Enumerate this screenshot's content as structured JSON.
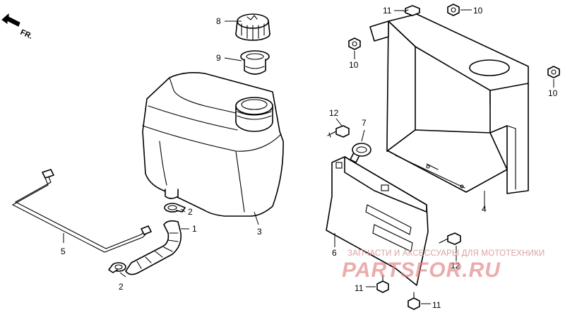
{
  "direction_marker": {
    "label": "FR.",
    "icon": "front-arrow-icon"
  },
  "callouts": {
    "fuel_tank": "3",
    "fuel_cap": "8",
    "fuel_strainer": "9",
    "fuel_hose": "1",
    "hose_clip_upper": "2",
    "hose_clip_lower": "2",
    "breather_tube": "5",
    "tank_cover": "4",
    "tank_bracket": "6",
    "hose_clamp": "7",
    "bolt_cover_top": "11",
    "nut_cover_top_right": "10",
    "nut_cover_left": "10",
    "nut_cover_right": "10",
    "bolt_bracket_upper": "12",
    "bolt_bracket_lower": "12",
    "bolt_bottom_left": "11",
    "bolt_bottom_right": "11"
  },
  "watermark": {
    "caption": "ЗАПЧАСТИ И АКСЕССУАРЫ ДЛЯ МОТОТЕХНИКИ",
    "logo_text": "PARTSFOR.RU"
  },
  "colors": {
    "line": "#000000",
    "background": "#ffffff",
    "watermark": "#e08080"
  }
}
